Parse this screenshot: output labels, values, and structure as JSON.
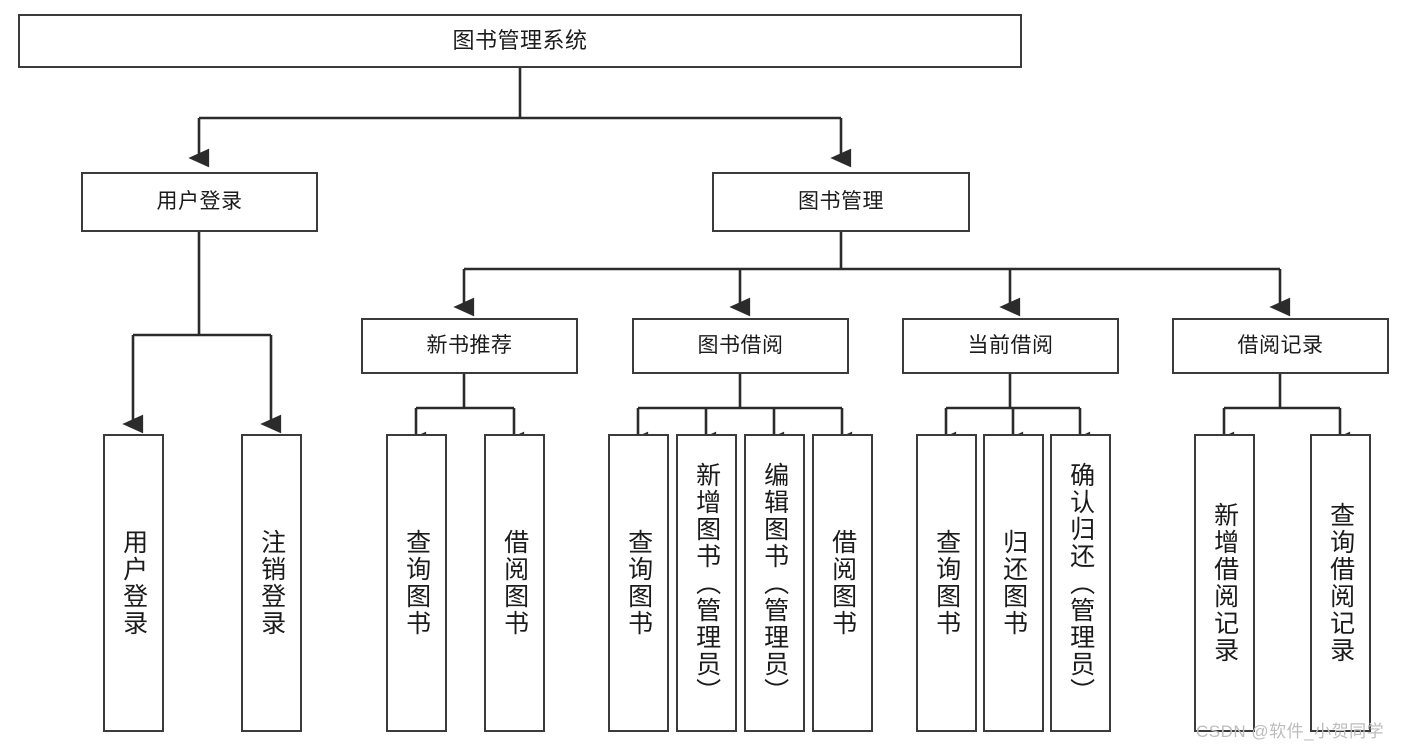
{
  "diagram": {
    "title": "图书管理系统",
    "type": "tree",
    "colors": {
      "box_border": "#3b3b3b",
      "box_fill": "#ffffff",
      "edge": "#2b2b2b",
      "text": "#1b1b1b",
      "background": "#ffffff",
      "watermark": "#bdbdbd"
    },
    "nodes": {
      "root": {
        "label": "图书管理系统"
      },
      "level1": [
        {
          "label": "用户登录"
        },
        {
          "label": "图书管理"
        }
      ],
      "level2": [
        {
          "label": "新书推荐"
        },
        {
          "label": "图书借阅"
        },
        {
          "label": "当前借阅"
        },
        {
          "label": "借阅记录"
        }
      ],
      "leaves_user_login": [
        {
          "label": "用户登录"
        },
        {
          "label": "注销登录"
        }
      ],
      "leaves_new_book": [
        {
          "label": "查询图书"
        },
        {
          "label": "借阅图书"
        }
      ],
      "leaves_borrow": [
        {
          "label": "查询图书"
        },
        {
          "label": "新增图书（管理员）"
        },
        {
          "label": "编辑图书（管理员）"
        },
        {
          "label": "借阅图书"
        }
      ],
      "leaves_current": [
        {
          "label": "查询图书"
        },
        {
          "label": "归还图书"
        },
        {
          "label": "确认归还（管理员）"
        }
      ],
      "leaves_record": [
        {
          "label": "新增借阅记录"
        },
        {
          "label": "查询借阅记录"
        }
      ]
    },
    "watermark": "CSDN @软件_小贺同学"
  }
}
